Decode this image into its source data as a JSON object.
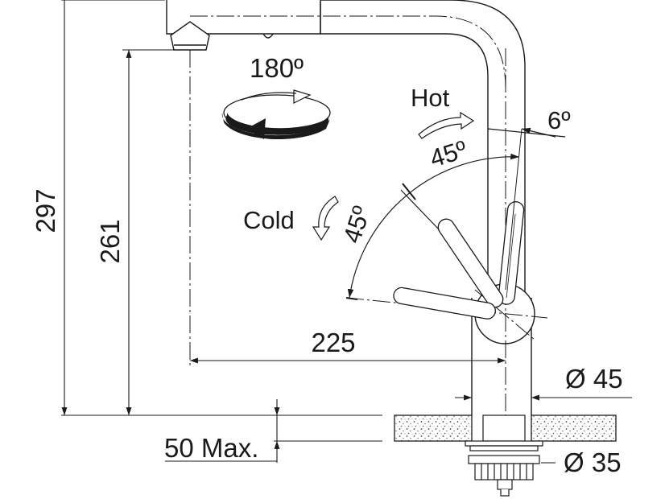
{
  "dimensions": {
    "total_height": "297",
    "spout_height": "261",
    "reach": "225",
    "body_diameter": "Ø 45",
    "hole_diameter": "Ø 35",
    "max_thickness": "50 Max."
  },
  "rotation": {
    "angle": "180º"
  },
  "lever": {
    "hot_label": "Hot",
    "cold_label": "Cold",
    "hot_angle": "45º",
    "cold_angle": "45º",
    "tilt_angle": "6º"
  },
  "colors": {
    "line": "#1a1a1a",
    "background": "#ffffff",
    "countertop_fill": "#d9d9d9"
  }
}
